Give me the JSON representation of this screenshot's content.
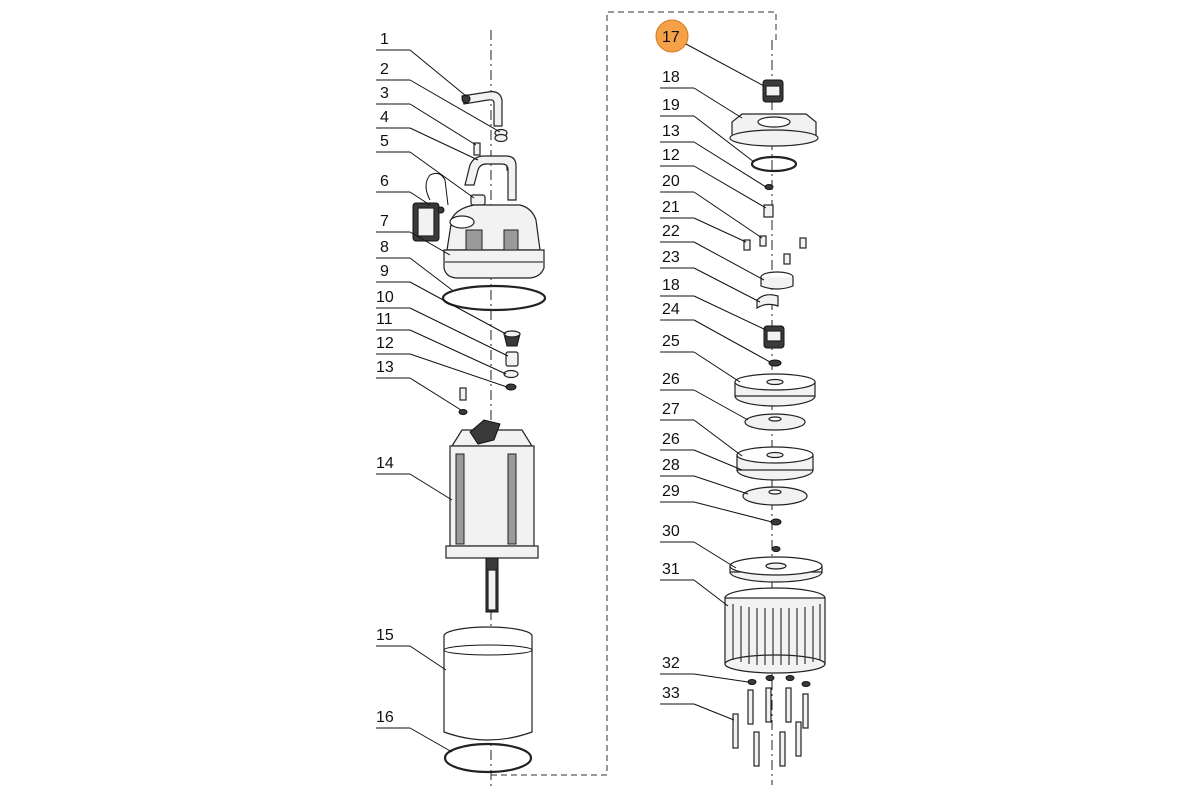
{
  "diagram": {
    "highlight_color": "#f4a14a",
    "highlighted_part": "17",
    "left_labels": [
      "1",
      "2",
      "3",
      "4",
      "5",
      "6",
      "7",
      "8",
      "9",
      "10",
      "11",
      "12",
      "13",
      "14",
      "15",
      "16"
    ],
    "right_labels": [
      "17",
      "18",
      "19",
      "13",
      "12",
      "20",
      "21",
      "22",
      "23",
      "18",
      "24",
      "25",
      "26",
      "27",
      "26",
      "28",
      "29",
      "30",
      "31",
      "32",
      "33"
    ]
  }
}
